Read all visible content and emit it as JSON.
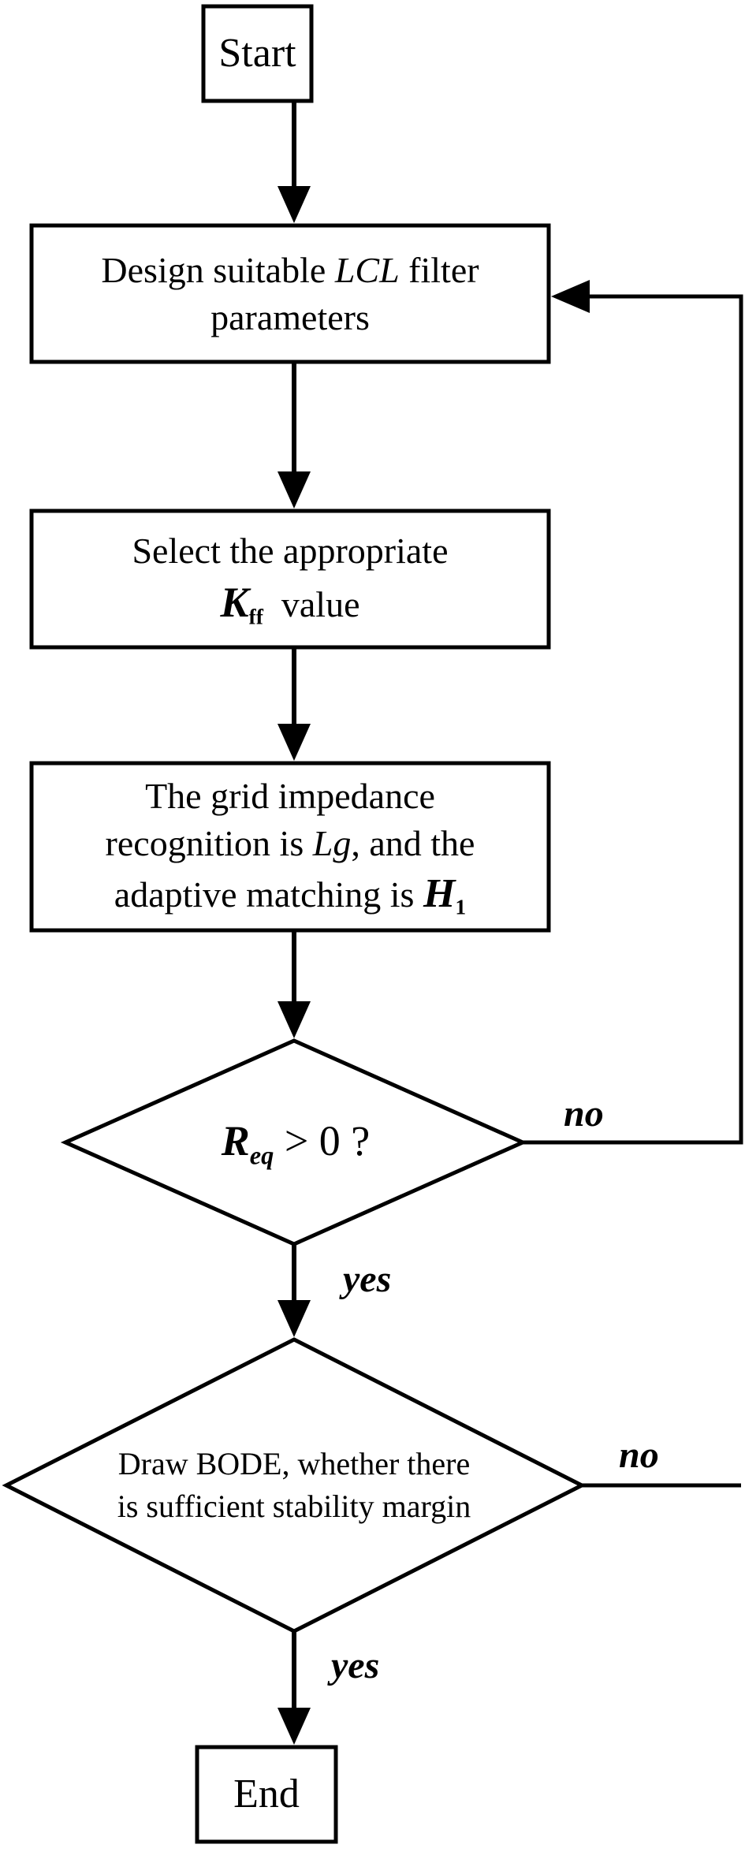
{
  "nodes": {
    "start": {
      "label": "Start"
    },
    "design": {
      "line1_pre": "Design suitable ",
      "line1_em": "LCL",
      "line1_post": " filter",
      "line2": "parameters"
    },
    "select": {
      "line1": "Select the appropriate",
      "k_symbol": "K",
      "k_sub": "ff",
      "line2_post": "value"
    },
    "grid": {
      "line1": "The grid impedance",
      "line2_pre": "recognition is ",
      "line2_em": "Lg",
      "line2_post": ", and the",
      "line3_pre": "adaptive matching is ",
      "h_symbol": "H",
      "h_sub": "1"
    },
    "decision1": {
      "r_symbol": "R",
      "r_sub": "eq",
      "rest": "> 0 ?"
    },
    "decision2": {
      "line1": "Draw BODE, whether there",
      "line2": "is sufficient stability margin"
    },
    "end": {
      "label": "End"
    }
  },
  "edge_labels": {
    "decision1_no": "no",
    "decision1_yes": "yes",
    "decision2_no": "no",
    "decision2_yes": "yes"
  }
}
